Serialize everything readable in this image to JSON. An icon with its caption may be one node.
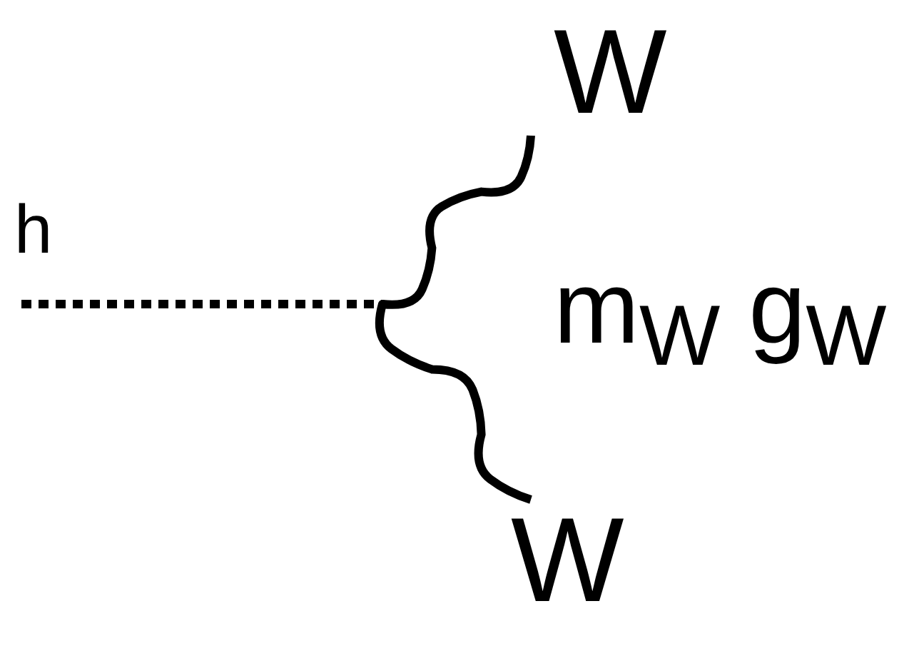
{
  "diagram": {
    "nodes": [
      {
        "text": [
          "W"
        ]
      },
      {
        "text": [],
        "shape": "dot"
      },
      {
        "text": [
          "W"
        ]
      }
    ],
    "edges": [
      {
        "from": null,
        "to": 1,
        "arrow": "none",
        "style": "dashed"
      },
      {
        "from": 1,
        "to": 0,
        "arrow": "none"
      },
      {
        "from": 1,
        "to": 2,
        "arrow": "none"
      }
    ],
    "labels": [
      "h",
      "m$_{W}$ g$_{W}$"
    ]
  }
}
